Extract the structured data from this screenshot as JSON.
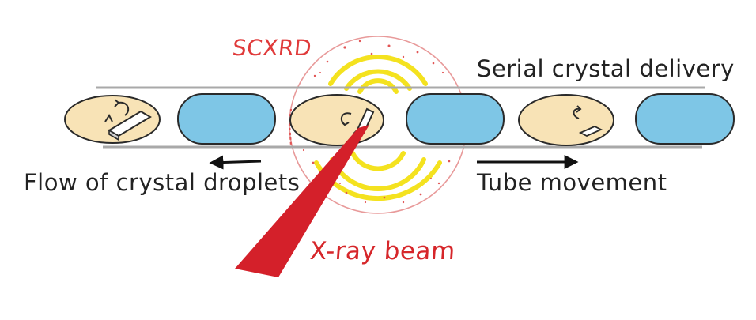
{
  "labels": {
    "technique": "SCXRD",
    "delivery": "Serial crystal delivery",
    "flow": "Flow of crystal droplets",
    "movement": "Tube movement",
    "beam": "X-ray beam"
  },
  "colors": {
    "crystal_droplet": "#f8e3b6",
    "spacer": "#7ec6e6",
    "outline": "#2a2a2a",
    "tube_wall": "#a9a9a9",
    "beam": "#d4202a",
    "diffraction_rings": "#f4e21f",
    "circle": "#e89a9a",
    "label_red": "#e03a3a",
    "label_dark": "#222222"
  },
  "icons": {
    "rotation": "curved-arrow-icon",
    "crystal": "crystal-plate-icon"
  }
}
